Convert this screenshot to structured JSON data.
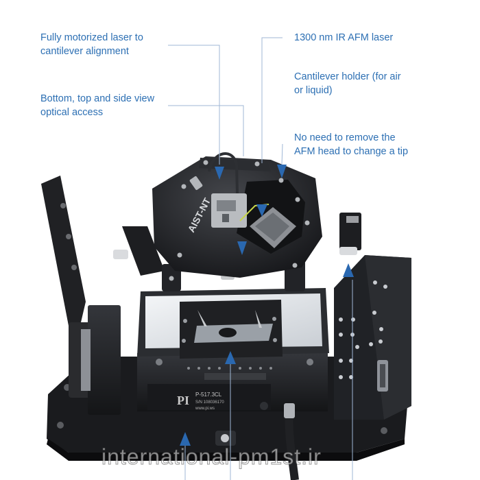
{
  "callouts": {
    "laser_alignment": "Fully motorized laser to\ncantilever alignment",
    "optical_access": "Bottom, top and side view\noptical access",
    "ir_laser": "1300 nm IR AFM laser",
    "cantilever_holder": "Cantilever holder (for air\nor liquid)",
    "tip_change": "No need to remove the\nAFM head to change a tip"
  },
  "device_labels": {
    "brand": "AIST-NT",
    "pi_logo": "PI",
    "model": "P-517.3CL",
    "serial": "S/N 108036170",
    "site": "www.pi.ws"
  },
  "watermark": "international-pm1st.ir",
  "colors": {
    "callout_text": "#2c6fb3",
    "arrow": "#2a68b0",
    "leader_line": "#9fb7d6",
    "body_dark": "#1b1c1f"
  }
}
